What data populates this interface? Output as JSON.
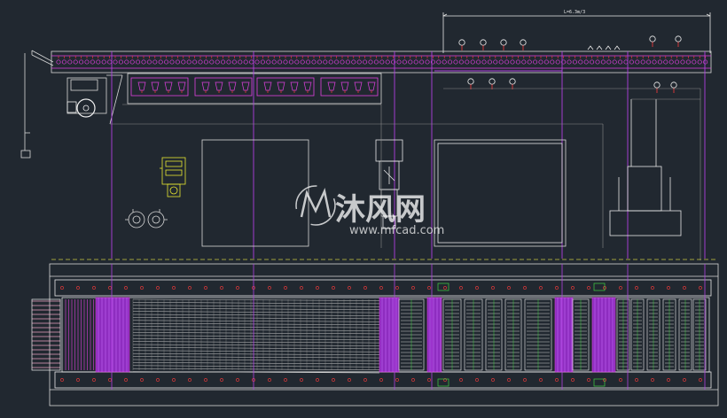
{
  "drawing": {
    "background": "#212830",
    "overall_dimension": "L=6.3m/3"
  },
  "watermark": {
    "brand": "沐风网",
    "site": "www.mfcad.com"
  },
  "colors": {
    "frame": "#d8d8d8",
    "conveyor": "#e040e0",
    "purple": "#9a2ed0",
    "yellow": "#e8e830",
    "red": "#ff3a3a",
    "green": "#40d040",
    "white": "#f0f0f0"
  }
}
